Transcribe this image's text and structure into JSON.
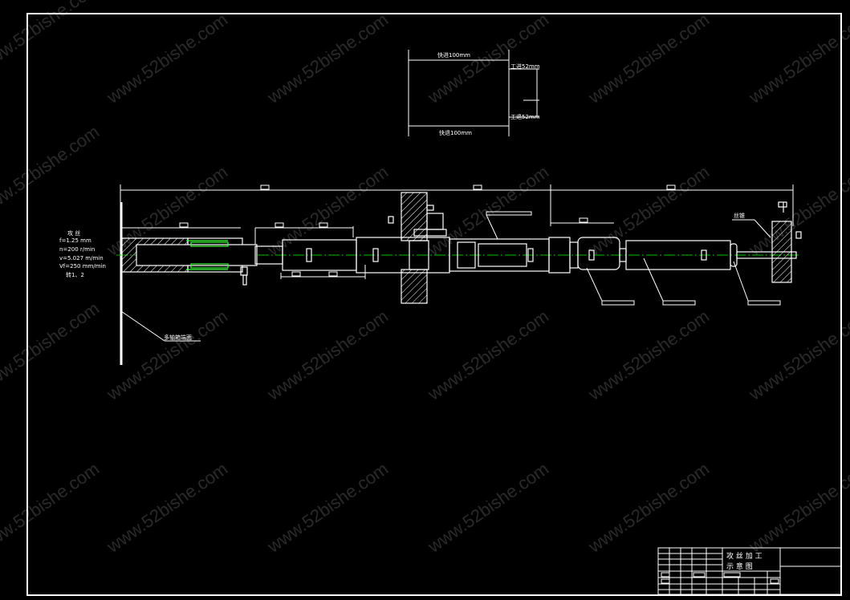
{
  "watermark": "www.52bishe.com",
  "stroke_colors": {
    "main": "#ffffff",
    "accent": "#3cff3c",
    "centerline": "#00c000",
    "hatch": "#ffffff"
  },
  "cycle_diagram": {
    "top_label": "快进100mm",
    "bottom_label": "快退100mm",
    "right_top_label": "工进52mm",
    "right_bottom_label": "工退52mm"
  },
  "left_notes": {
    "title": "攻 丝",
    "lines": [
      "f=1.25 mm",
      "n=200 r/min",
      "v=5.027 m/min",
      "Vf=250 mm/min",
      "转1、2"
    ]
  },
  "callouts": {
    "spindle_box": "多轴箱端面",
    "tap": "丝锥"
  },
  "title_block": {
    "title_line1": "攻 丝 加 工",
    "title_line2": "示 意 图"
  }
}
